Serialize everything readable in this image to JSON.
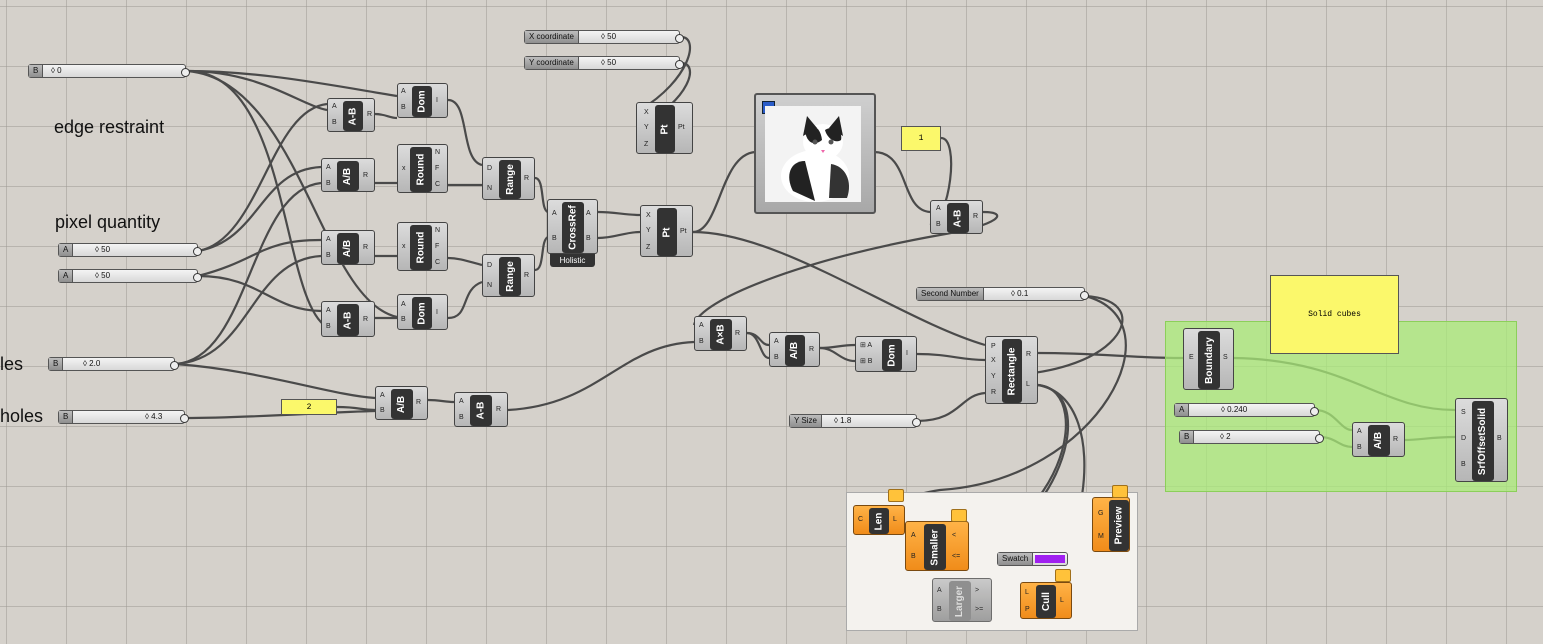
{
  "labels": {
    "edge_restraint": "edge restraint",
    "pixel_quantity": "pixel quantity",
    "les": "les",
    "holes": "holes"
  },
  "sliders": {
    "top_b": {
      "name": "B",
      "value": "0"
    },
    "x_coord": {
      "name": "X coordinate",
      "value": "50"
    },
    "y_coord": {
      "name": "Y coordinate",
      "value": "50"
    },
    "pq_a1": {
      "name": "A",
      "value": "50"
    },
    "pq_a2": {
      "name": "A",
      "value": "50"
    },
    "les_b": {
      "name": "B",
      "value": "2.0"
    },
    "holes_b": {
      "name": "B",
      "value": "4.3"
    },
    "second_number": {
      "name": "Second Number",
      "value": "0.1"
    },
    "y_size": {
      "name": "Y Size",
      "value": "1.8"
    },
    "green_a": {
      "name": "A",
      "value": "0.240"
    },
    "green_b": {
      "name": "B",
      "value": "2"
    }
  },
  "panels": {
    "p1": "1",
    "p2": "2",
    "solid_cubes": "Solid cubes"
  },
  "components": {
    "dom1": "Dom",
    "amb1": "A-B",
    "div1": "A/B",
    "round1": "Round",
    "range1": "Range",
    "div2": "A/B",
    "round2": "Round",
    "range2": "Range",
    "amb2": "A-B",
    "dom2": "Dom",
    "crossref": "CrossRef",
    "holistic": "Holistic",
    "pt1": "Pt",
    "pt2": "Pt",
    "amb3": "A-B",
    "div3": "A/B",
    "amb4": "A-B",
    "axb": "A×B",
    "div4": "A/B",
    "dom3": "Dom",
    "rect": "Rectangle",
    "boundary": "Boundary",
    "srfoffset": "SrfOffsetSolid",
    "div5": "A/B",
    "len": "Len",
    "smaller": "Smaller",
    "larger": "Larger",
    "cull": "Cull",
    "preview": "Preview",
    "swatch": "Swatch"
  },
  "colors": {
    "canvas": "#d5d1cb",
    "panel_yellow": "#fbf86b",
    "group_green": "#aaeb78",
    "orange": "#f08c1a",
    "swatch_purple": "#a020f0"
  }
}
